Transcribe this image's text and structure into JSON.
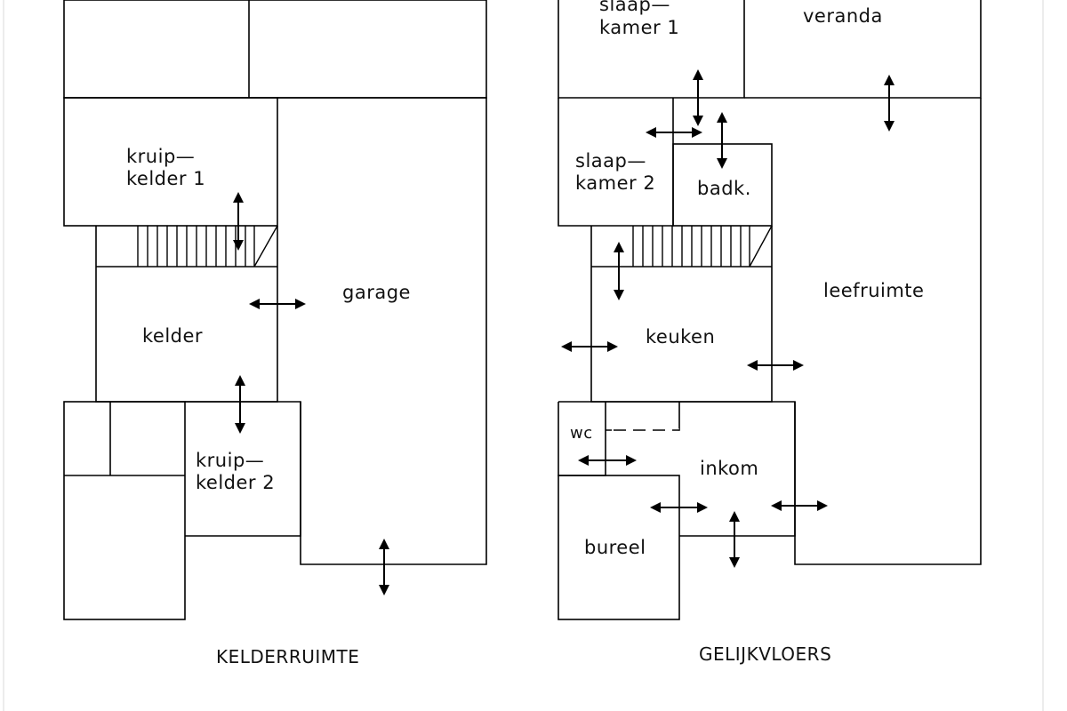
{
  "basement": {
    "title": "KELDERRUIMTE",
    "rooms": {
      "kruipkelder1": [
        "kruip—",
        "kelder 1"
      ],
      "kelder": "kelder",
      "garage": "garage",
      "kruipkelder2": [
        "kruip—",
        "kelder 2"
      ]
    }
  },
  "ground": {
    "title": "GELIJKVLOERS",
    "rooms": {
      "slaapkamer1": [
        "slaap—",
        "kamer 1"
      ],
      "veranda": "veranda",
      "slaapkamer2": [
        "slaap—",
        "kamer 2"
      ],
      "badk": "badk.",
      "keuken": "keuken",
      "leefruimte": "leefruimte",
      "wc": "wc",
      "inkom": "inkom",
      "bureel": "bureel"
    }
  }
}
